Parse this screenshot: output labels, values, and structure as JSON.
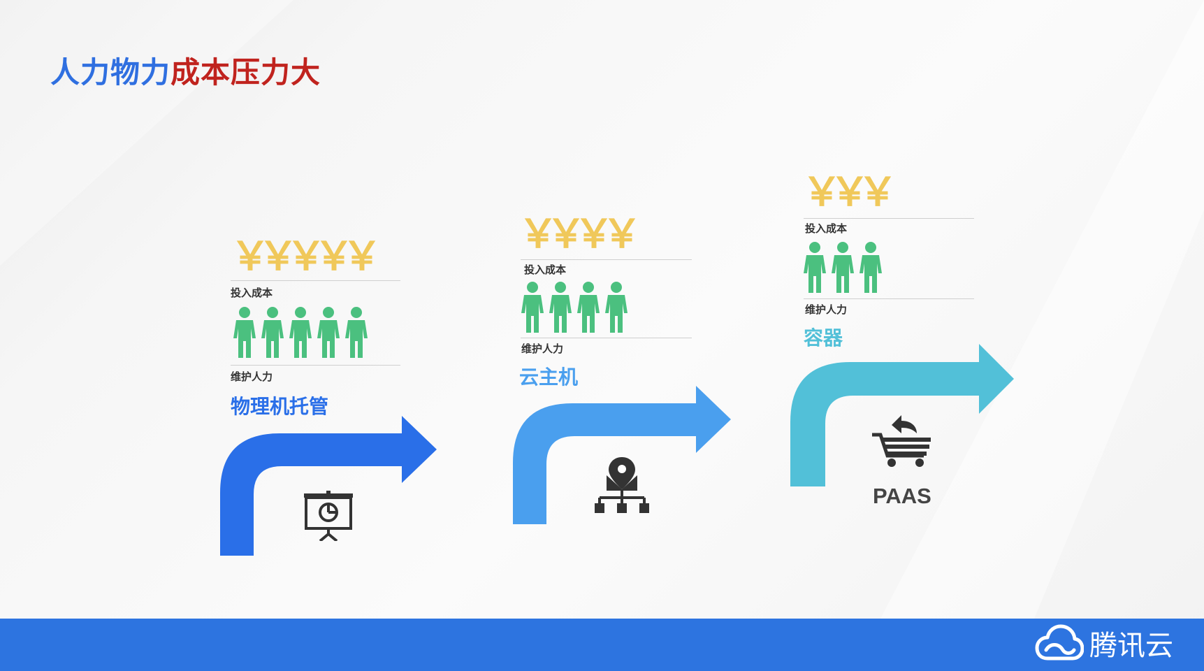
{
  "title": {
    "part1": "人力物力",
    "part2": "成本压力大"
  },
  "labels": {
    "cost": "投入成本",
    "people": "维护人力"
  },
  "stages": [
    {
      "name": "物理机托管",
      "yen": "￥",
      "yen_count": 5,
      "people_count": 5,
      "color": "#2a6fe8",
      "icon": "presentation-screen-icon"
    },
    {
      "name": "云主机",
      "yen": "￥",
      "yen_count": 4,
      "people_count": 4,
      "color": "#4a9fee",
      "icon": "location-network-icon"
    },
    {
      "name": "容器",
      "yen": "￥",
      "yen_count": 3,
      "people_count": 3,
      "color": "#52c0d8",
      "icon": "shopping-cart-return-icon",
      "caption": "PAAS"
    }
  ],
  "colors": {
    "yen": "#f0c85a",
    "person": "#4bc07f",
    "footer": "#2d74e0"
  },
  "footer": {
    "brand": "腾讯云",
    "brand_icon": "cloud-logo-icon"
  }
}
